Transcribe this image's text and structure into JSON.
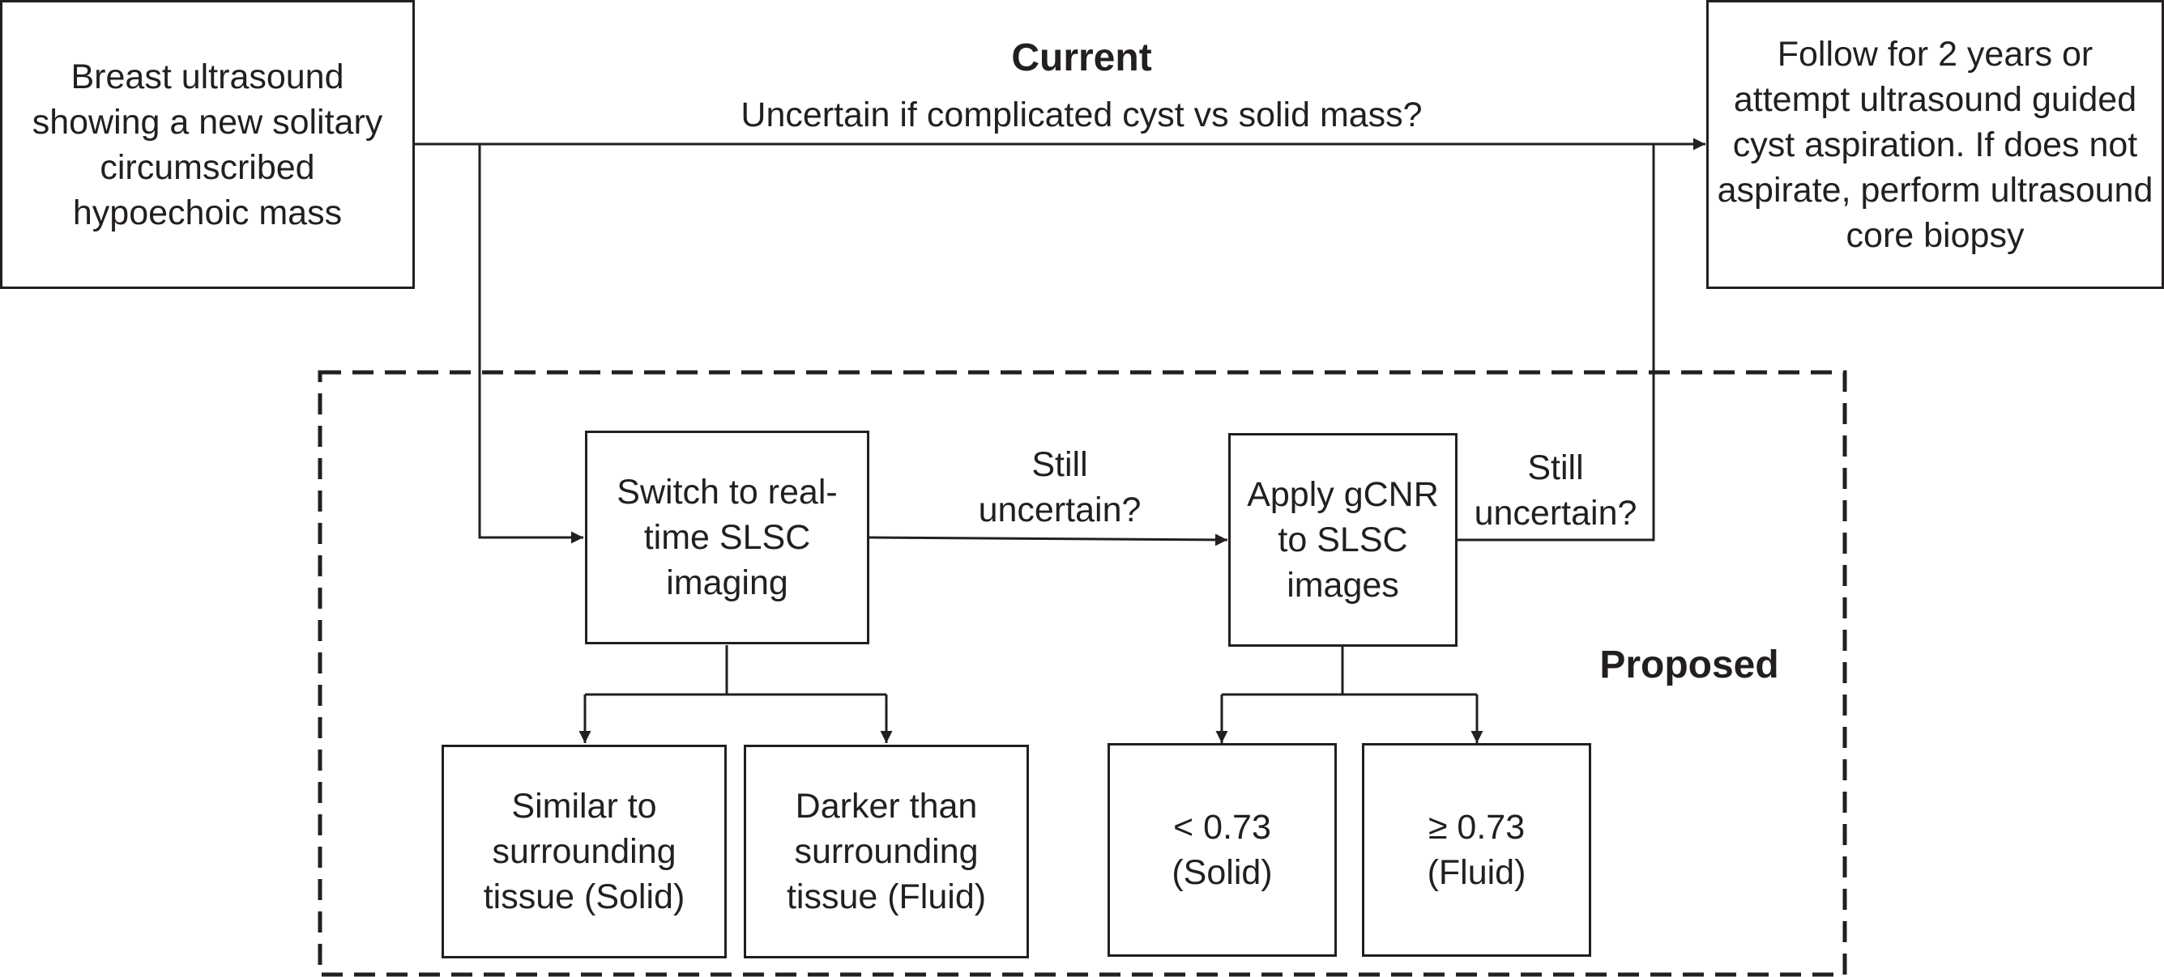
{
  "labels": {
    "current": "Current",
    "current_question": "Uncertain if complicated cyst vs solid mass?",
    "proposed": "Proposed",
    "still_uncertain_1": "Still\nuncertain?",
    "still_uncertain_2": "Still\nuncertain?"
  },
  "boxes": {
    "start": "Breast ultrasound showing a new solitary circumscribed hypoechoic mass",
    "follow": "Follow for 2 years or attempt ultrasound guided cyst aspiration. If does not aspirate, perform ultrasound core biopsy",
    "slsc": "Switch to real-time SLSC imaging",
    "gcnr": "Apply gCNR to SLSC images",
    "similar": "Similar to surrounding tissue (Solid)",
    "darker": "Darker than surrounding tissue (Fluid)",
    "lt": "< 0.73\n(Solid)",
    "ge": "≥ 0.73\n(Fluid)"
  }
}
